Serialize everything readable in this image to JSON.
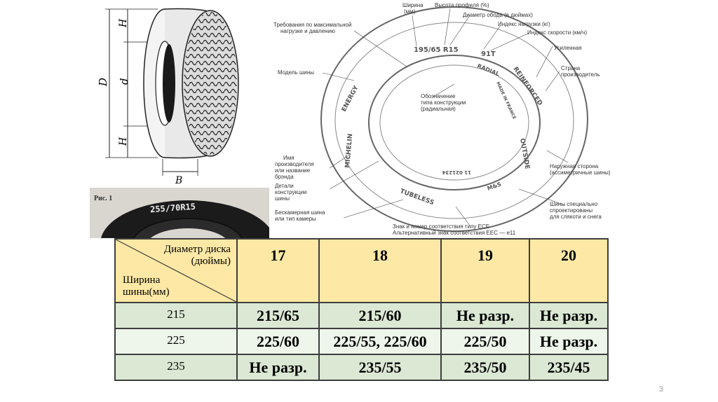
{
  "tire_drawing": {
    "dim_labels": [
      "H",
      "D",
      "d",
      "H",
      "B"
    ]
  },
  "photo": {
    "caption": "Рис. 1",
    "marking": "255/70R15"
  },
  "sidewall": {
    "ring_texts": {
      "size": "195/65 R15",
      "speed_load": "91T",
      "radial": "RADIAL",
      "reinforced": "REINFORCED",
      "energy": "ENERGY",
      "michelin": "MICHELIN",
      "made_in": "MADE IN FRANCE",
      "outside": "OUTSIDE",
      "tubeless": "TUBELESS",
      "ms": "M&S",
      "code": "11 021234"
    },
    "callouts": {
      "width": "Ширина\n(мм)",
      "profile": "Высота профиля (%)",
      "rim": "Диаметр обода (в дюймах)",
      "load_index": "Индекс нагрузки (кг)",
      "speed_index": "Индекс скорости (км/ч)",
      "reinforced": "Усиленная",
      "country": "Страна\nпроизводитель",
      "max_load": "Требования по максимальной\nнагрузке и давлению",
      "model": "Модель шины",
      "construction": "Обозначение\nтипа конструкции\n(радиальная)",
      "brand": "Имя\nпроизводителя\nили название\nбрэнда",
      "details": "Детали\nконструкции\nшины",
      "tubeless": "Бескамерная шина\nили тип камеры",
      "outside": "Наружная сторона\n(ассиметричные шины)",
      "snow": "Шины специально\nспроектированы\nдля слякоти и снега",
      "ece": "Знак и номер соответствия типу ECE\nАльтернативный знак соответствия EEC — e11"
    }
  },
  "table": {
    "corner_top": "Диаметр диска\n(дюймы)",
    "corner_bottom": "Ширина\nшины(мм)",
    "columns": [
      "17",
      "18",
      "19",
      "20"
    ],
    "rows": [
      {
        "width": "215",
        "cells": [
          "215/65",
          "215/60",
          "Не разр.",
          "Не разр."
        ]
      },
      {
        "width": "225",
        "cells": [
          "225/60",
          "225/55, 225/60",
          "225/50",
          "Не разр."
        ]
      },
      {
        "width": "235",
        "cells": [
          "Не разр.",
          "235/55",
          "235/50",
          "235/45"
        ]
      }
    ]
  },
  "page_number": "3"
}
